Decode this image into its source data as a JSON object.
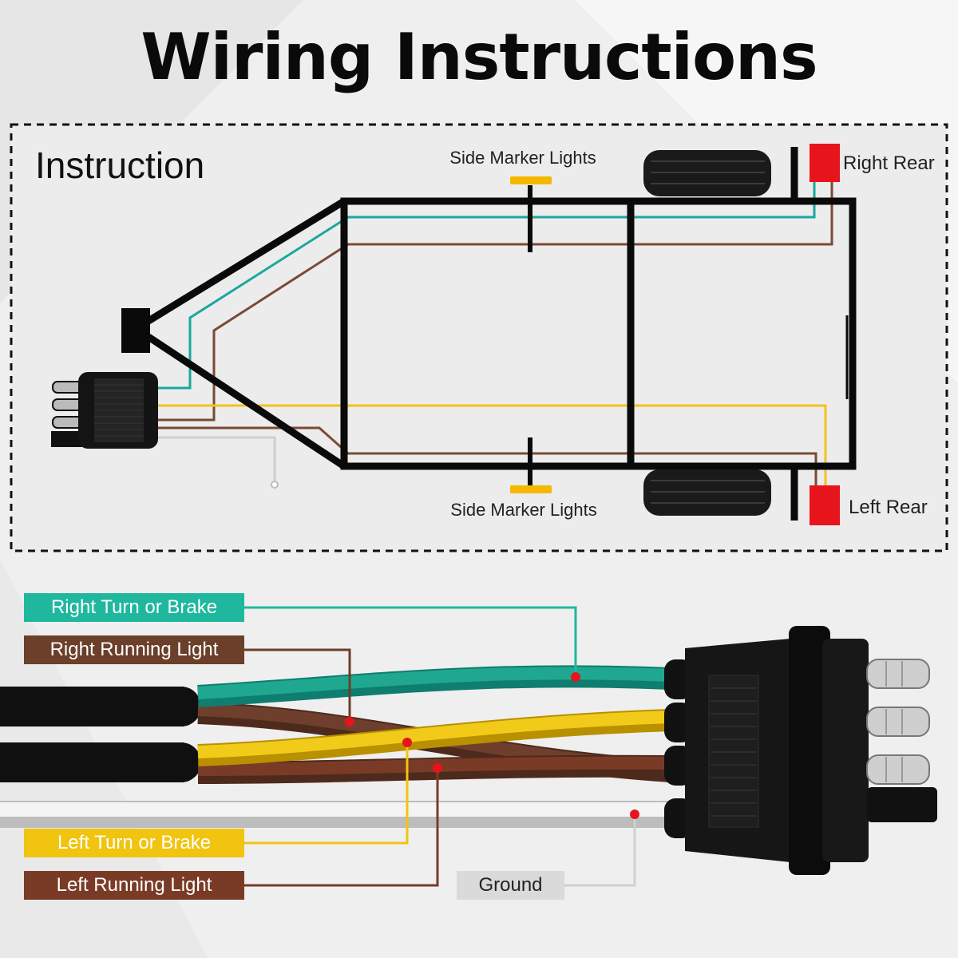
{
  "title": "Wiring Instructions",
  "diagram": {
    "heading": "Instruction",
    "top_marker": "Side Marker Lights",
    "bottom_marker": "Side Marker Lights",
    "right_rear": "Right Rear",
    "left_rear": "Left Rear"
  },
  "wires": [
    {
      "key": "right-turn",
      "label": "Right Turn or Brake",
      "color": "#1fb89f"
    },
    {
      "key": "right-running",
      "label": "Right Running Light",
      "color": "#6b3f2a"
    },
    {
      "key": "left-turn",
      "label": "Left Turn or Brake",
      "color": "#f1c40f"
    },
    {
      "key": "left-running",
      "label": "Left Running Light",
      "color": "#7a3b26"
    },
    {
      "key": "ground",
      "label": "Ground",
      "color": "#d8d8d8"
    }
  ],
  "colors": {
    "teal_wire": "#1aa8a0",
    "brown_wire": "#7a4a36",
    "yellow_wire": "#f2c21a",
    "white_wire": "#cfcfcf",
    "marker_amber": "#f5b800",
    "tail_light_red": "#e8141b",
    "frame": "#0a0a0a"
  }
}
